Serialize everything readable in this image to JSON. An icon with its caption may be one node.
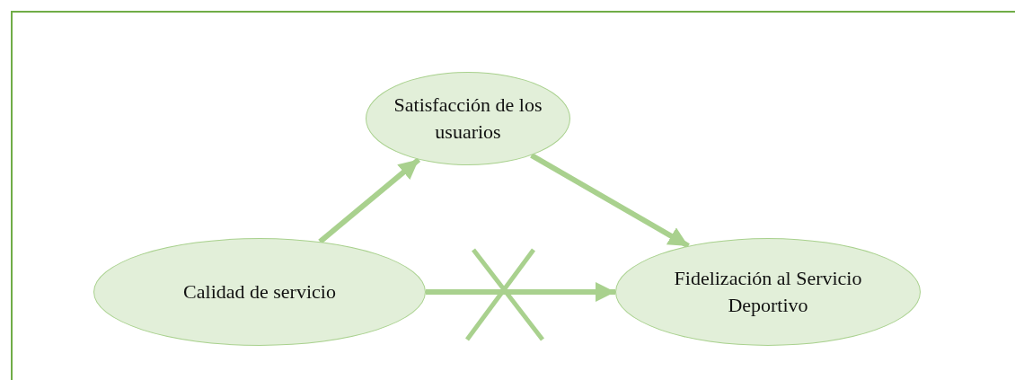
{
  "diagram": {
    "nodes": [
      {
        "text": [
          "Satisfacción de los usuarios"
        ]
      },
      {
        "text": [
          "Calidad de servicio"
        ]
      },
      {
        "text": [
          "Fidelización al Servicio Deportivo"
        ]
      }
    ],
    "edges": [
      {
        "from": 1,
        "to": 0,
        "arrow": "to"
      },
      {
        "from": 0,
        "to": 2,
        "arrow": "to"
      },
      {
        "from": 1,
        "to": 2,
        "arrow": "to"
      }
    ]
  }
}
